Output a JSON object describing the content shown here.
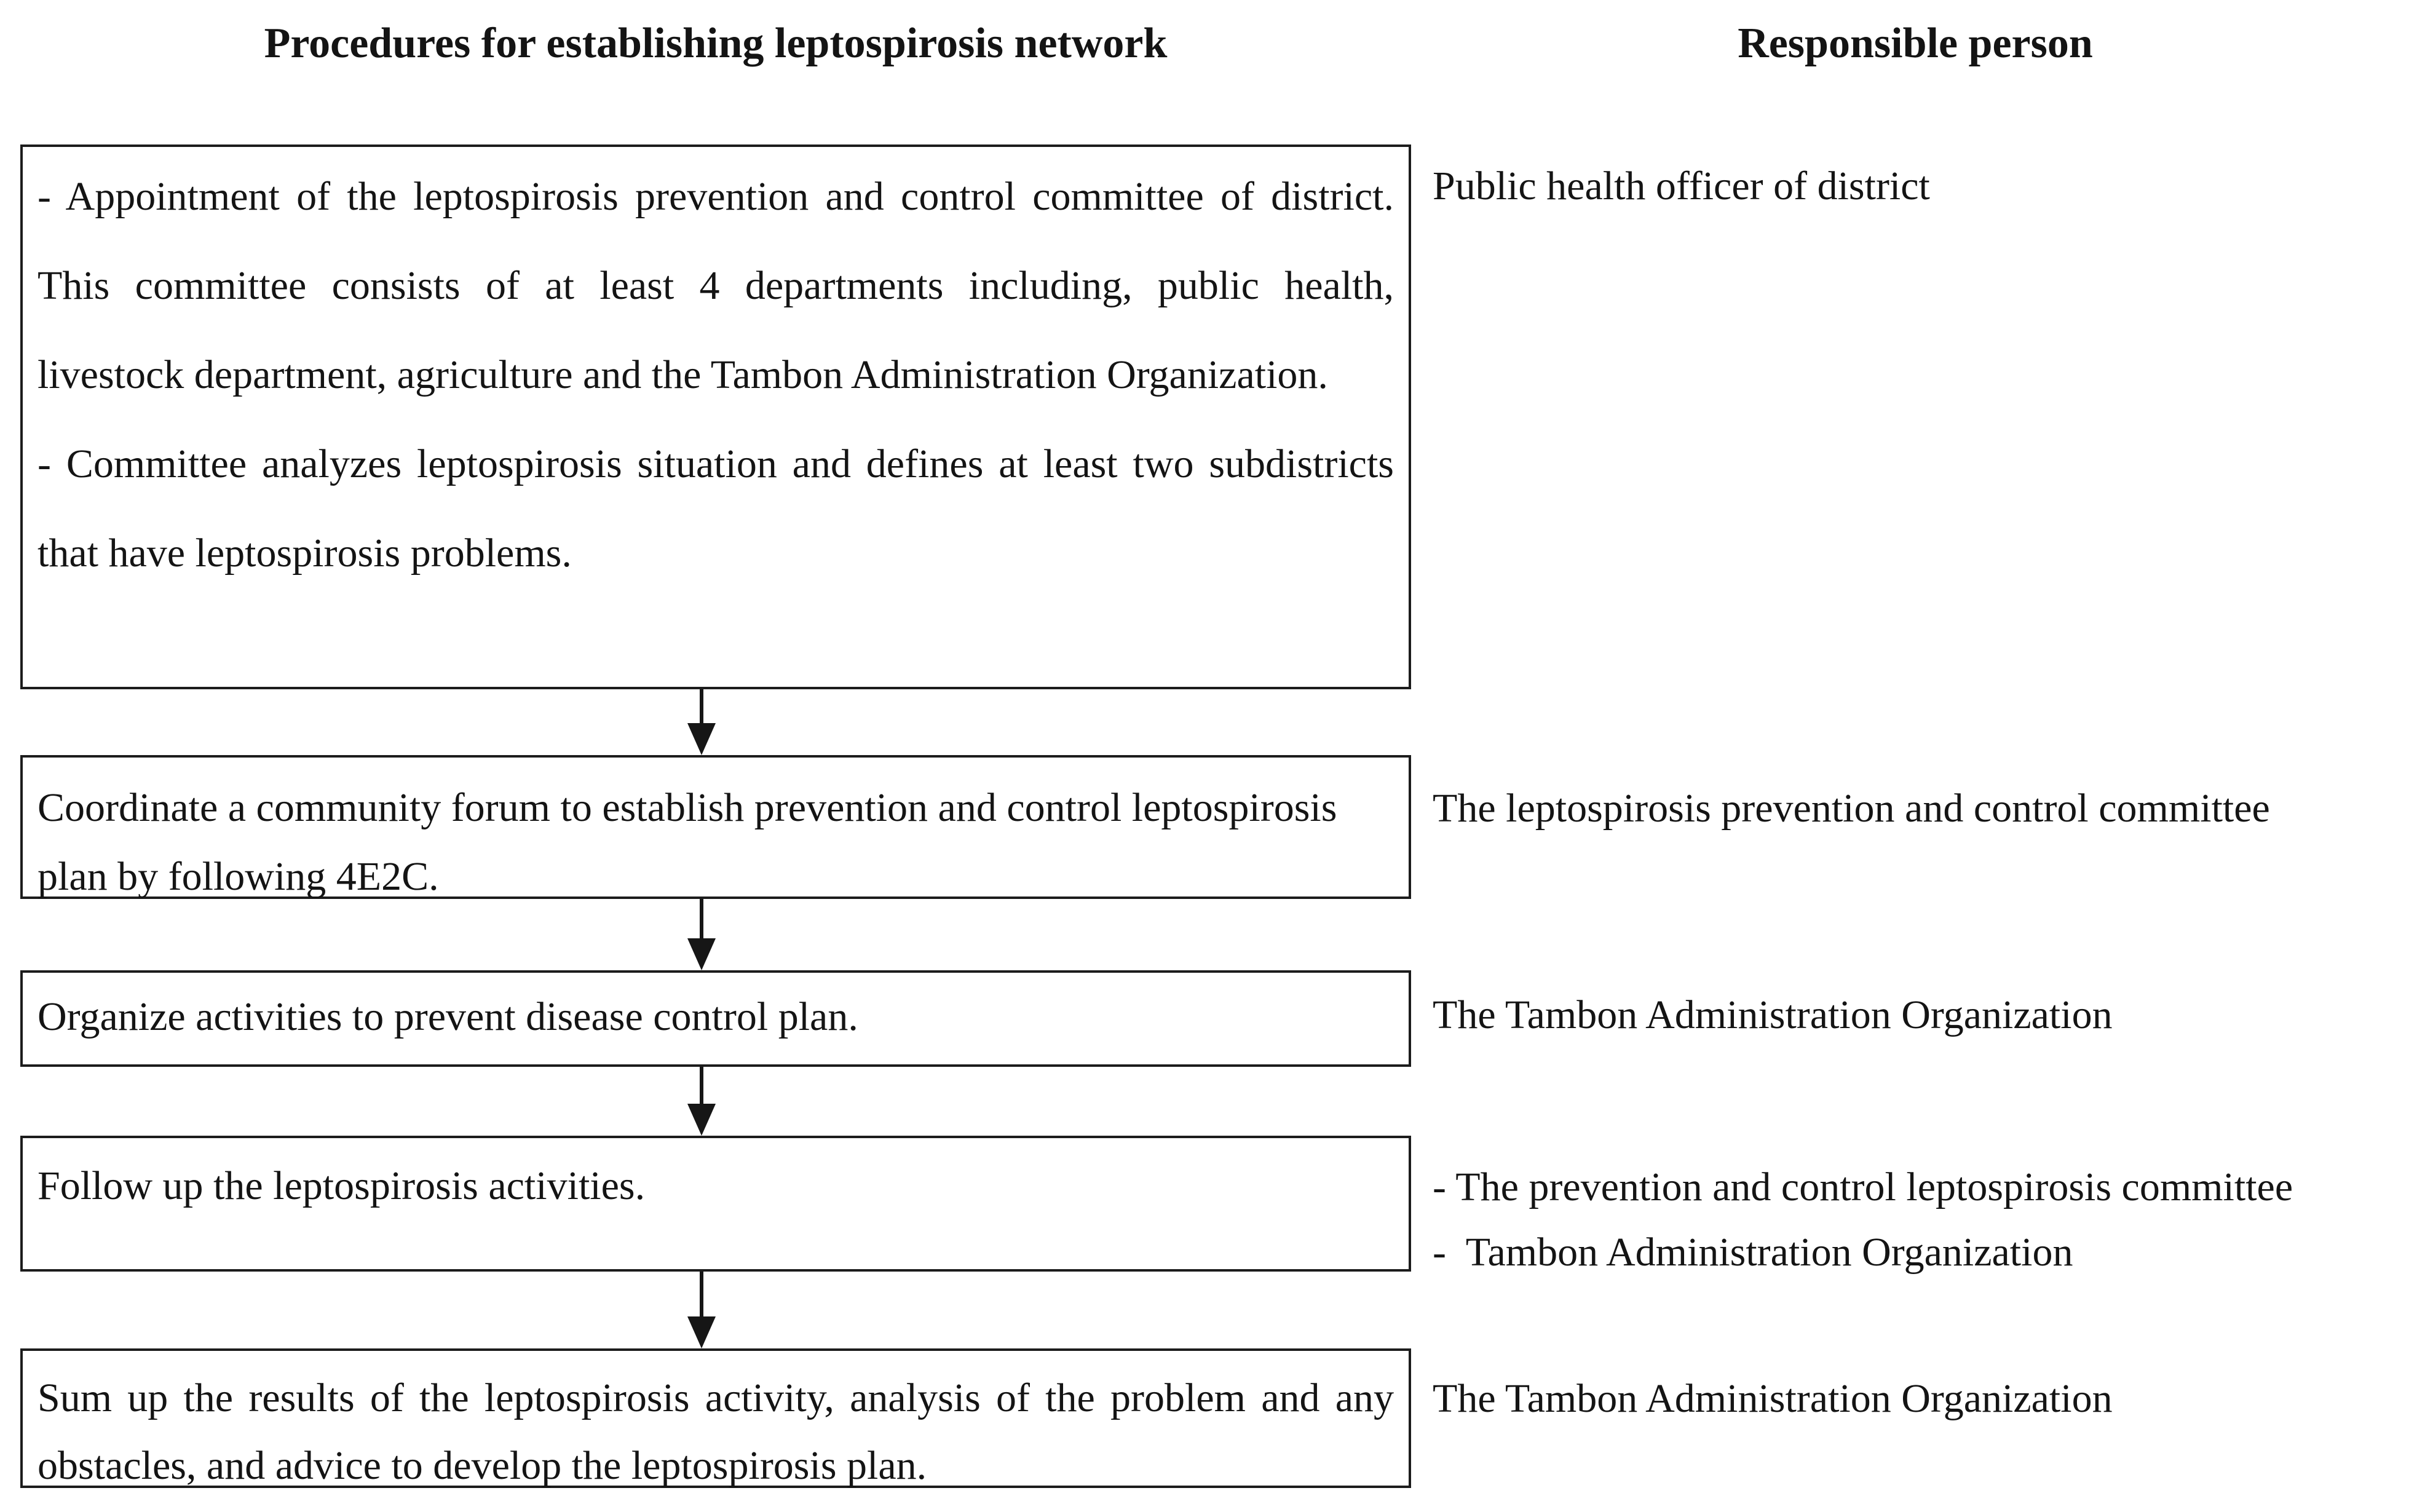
{
  "titles": {
    "left": "Procedures for establishing leptospirosis network",
    "right": "Responsible person"
  },
  "steps": [
    {
      "paragraphs": [
        "- Appointment of the leptospirosis prevention and control committee of district. This committee consists of at least 4 departments including, public health, livestock department, agriculture and the Tambon Administration Organization.",
        "- Committee analyzes leptospirosis situation and defines at least two subdistricts that have leptospirosis problems."
      ],
      "responsible": [
        "Public health officer of district"
      ]
    },
    {
      "paragraphs": [
        "Coordinate a community forum to establish prevention and control leptospirosis plan by following 4E2C."
      ],
      "responsible": [
        "The leptospirosis prevention and control committee"
      ]
    },
    {
      "paragraphs": [
        "Organize activities to prevent disease control plan."
      ],
      "responsible": [
        "The Tambon Administration Organization"
      ]
    },
    {
      "paragraphs": [
        "Follow up the leptospirosis activities."
      ],
      "responsible": [
        "- The prevention and control leptospirosis committee",
        "-  Tambon Administration Organization"
      ]
    },
    {
      "paragraphs": [
        "Sum up the results of the leptospirosis activity, analysis of the problem and any obstacles, and advice to develop the leptospirosis plan."
      ],
      "responsible": [
        "The Tambon Administration Organization"
      ]
    }
  ]
}
